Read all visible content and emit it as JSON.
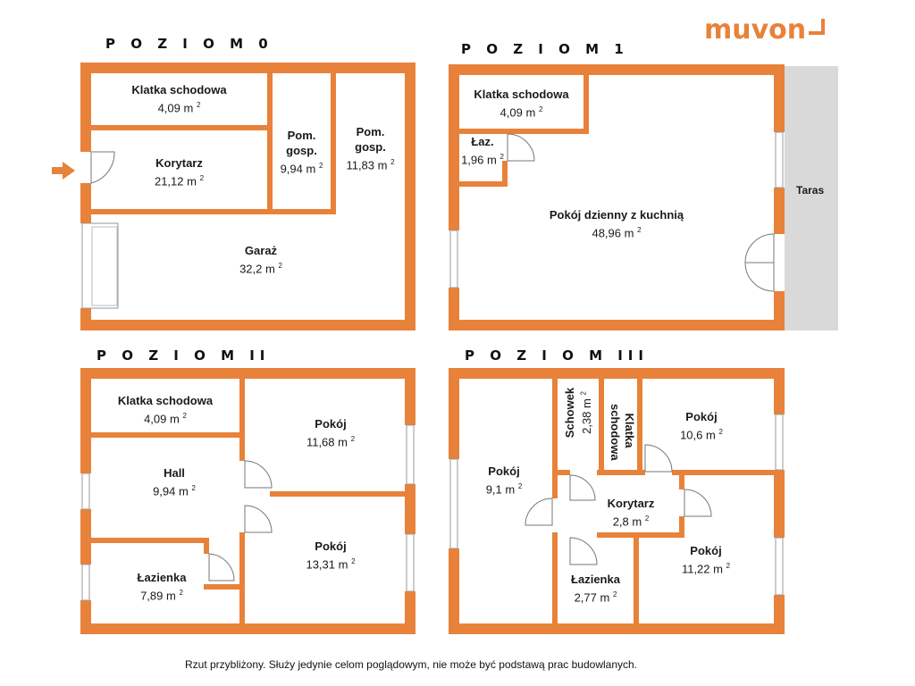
{
  "brand": {
    "logo_text": "muvon",
    "color": "#e8823a"
  },
  "colors": {
    "wall": "#e8823a",
    "terrace": "#d9d9d9",
    "window": "#ffffff"
  },
  "levels": [
    {
      "title": "P O Z I O M   0",
      "rooms": [
        {
          "name": "Klatka schodowa",
          "area": "4,09 m"
        },
        {
          "name": "Korytarz",
          "area": "21,12 m"
        },
        {
          "name": "Pom.",
          "name2": "gosp.",
          "area": "9,94 m"
        },
        {
          "name": "Pom.",
          "name2": "gosp.",
          "area": "11,83 m"
        },
        {
          "name": "Garaż",
          "area": "32,2 m"
        }
      ]
    },
    {
      "title": "P O Z I O M   1",
      "rooms": [
        {
          "name": "Klatka schodowa",
          "area": "4,09 m"
        },
        {
          "name": "Łaz.",
          "area": "1,96 m"
        },
        {
          "name": "Pokój dzienny z kuchnią",
          "area": "48,96 m"
        }
      ],
      "terrace": "Taras"
    },
    {
      "title": "P O Z I O M   II",
      "rooms": [
        {
          "name": "Klatka schodowa",
          "area": "4,09 m"
        },
        {
          "name": "Pokój",
          "area": "11,68 m"
        },
        {
          "name": "Hall",
          "area": "9,94 m"
        },
        {
          "name": "Pokój",
          "area": "13,31 m"
        },
        {
          "name": "Łazienka",
          "area": "7,89 m"
        }
      ]
    },
    {
      "title": "P O Z I O M   III",
      "rooms": [
        {
          "name": "Pokój",
          "area": "9,1 m"
        },
        {
          "name": "Schowek",
          "area": "2,38 m"
        },
        {
          "name": "Klatka",
          "name2": "schodowa"
        },
        {
          "name": "Pokój",
          "area": "10,6 m"
        },
        {
          "name": "Korytarz",
          "area": "2,8 m"
        },
        {
          "name": "Łazienka",
          "area": "2,77 m"
        },
        {
          "name": "Pokój",
          "area": "11,22 m"
        }
      ]
    }
  ],
  "superscript": "2",
  "disclaimer": "Rzut przybliżony. Służy jedynie celom poglądowym, nie może być podstawą prac budowlanych."
}
